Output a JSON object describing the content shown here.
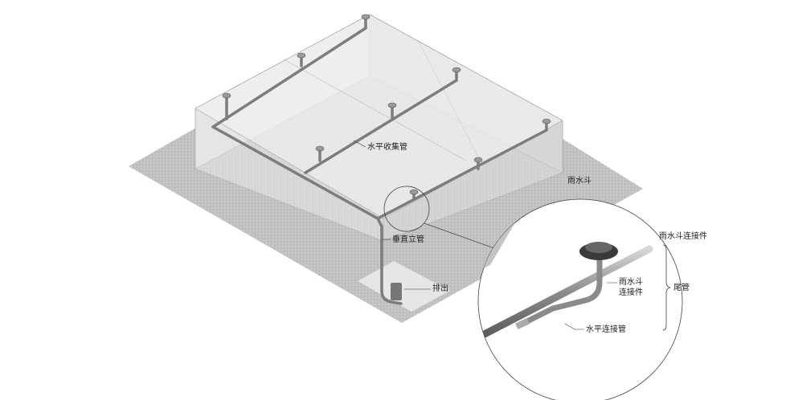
{
  "labels": {
    "horizontal_collector": "水平收集管",
    "rain_hopper": "雨水斗",
    "vertical_riser": "垂直立管",
    "discharge": "排出",
    "hopper_connector_title": "雨水斗连接件",
    "inset_hopper_line1": "雨水斗",
    "inset_hopper_line2": "连接件",
    "tail_pipe": "尾管",
    "horizontal_connector": "水平连接管"
  },
  "colors": {
    "ground": "#bdbdbd",
    "wall": "#d4d4d4",
    "pipe": "#8a8a8a",
    "line": "#555555"
  }
}
